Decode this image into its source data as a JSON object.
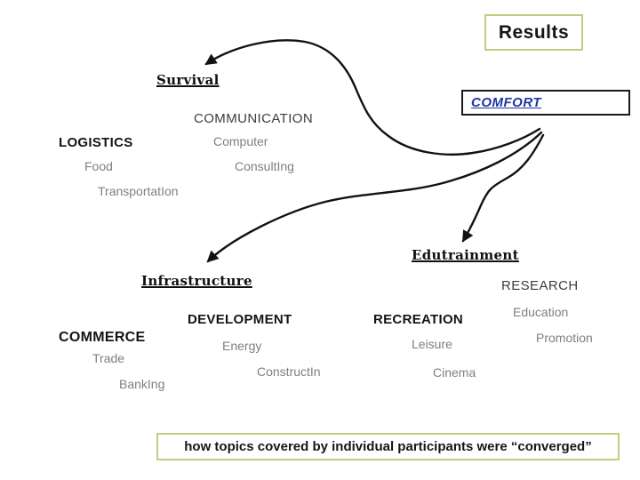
{
  "colors": {
    "box_border_olive": "#c6ca7e",
    "ink": "#141414",
    "muted_gray": "#7f7f7f",
    "comfort_blue": "#1f35a3"
  },
  "header": {
    "results_label": "Results"
  },
  "caption": {
    "text": "how topics covered by individual participants were “converged”"
  },
  "clusters": {
    "survival": "Survival",
    "comfort": "COMFORT",
    "edutrainment": "Edutrainment",
    "infrastructure": "Infrastructure",
    "communication": "COMMUNICATION",
    "logistics": "LOGISTICS",
    "research": "RESEARCH",
    "development": "DEVELOPMENT",
    "recreation": "RECREATION",
    "commerce": "COMMERCE"
  },
  "topics": {
    "computer": "Computer",
    "food": "Food",
    "consulting": "ConsultIng",
    "transportation": "TransportatIon",
    "education": "Education",
    "promotion": "Promotion",
    "energy": "Energy",
    "trade": "Trade",
    "construction": "ConstructIn",
    "leisure": "Leisure",
    "cinema": "Cinema",
    "banking": "BankIng"
  },
  "arrows": [
    {
      "from": "converged-tail",
      "to": "Survival"
    },
    {
      "from": "converged-tail",
      "to": "Infrastructure"
    },
    {
      "from": "converged-tail",
      "to": "Edutrainment"
    }
  ]
}
